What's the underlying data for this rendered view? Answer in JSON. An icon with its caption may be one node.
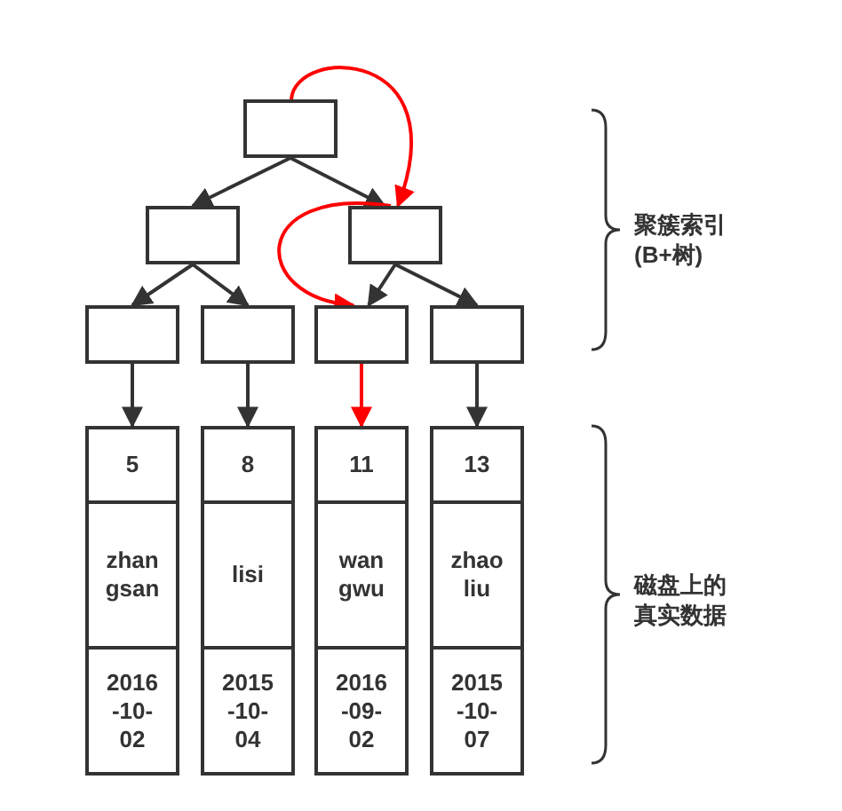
{
  "diagram": {
    "nodes": [
      {
        "text": [],
        "shape": "box"
      },
      {
        "text": [],
        "shape": "box"
      },
      {
        "text": [],
        "shape": "box"
      },
      {
        "text": [],
        "shape": "box"
      },
      {
        "text": [],
        "shape": "box"
      },
      {
        "text": [],
        "shape": "box"
      },
      {
        "text": [],
        "shape": "box"
      },
      {
        "text": [
          "5",
          "zhan gsan",
          "2016 -10- 02"
        ]
      },
      {
        "text": [
          "8",
          "lisi",
          "2015 -10- 04"
        ]
      },
      {
        "text": [
          "11",
          "wan gwu",
          "2016 -09- 02"
        ]
      },
      {
        "text": [
          "13",
          "zhao liu",
          "2015 -10- 07"
        ]
      }
    ],
    "edges": [
      {
        "from": 0,
        "to": 1,
        "arrow": "to"
      },
      {
        "from": 0,
        "to": 2,
        "arrow": "to"
      },
      {
        "from": 0,
        "to": 2,
        "arrow": "to",
        "color": "#ff0000"
      },
      {
        "from": 1,
        "to": 3,
        "arrow": "to"
      },
      {
        "from": 1,
        "to": 4,
        "arrow": "to"
      },
      {
        "from": 2,
        "to": 5,
        "arrow": "to",
        "color": "#ff0000"
      },
      {
        "from": 2,
        "to": 5,
        "arrow": "to"
      },
      {
        "from": 2,
        "to": 6,
        "arrow": "to"
      },
      {
        "from": 3,
        "to": 7,
        "arrow": "to"
      },
      {
        "from": 4,
        "to": 8,
        "arrow": "to"
      },
      {
        "from": 5,
        "to": 9,
        "arrow": "to",
        "color": "#ff0000"
      },
      {
        "from": 6,
        "to": 10,
        "arrow": "to"
      }
    ],
    "labels": [
      "聚簇索引(B+树)",
      "磁盘上的真实数据"
    ]
  }
}
